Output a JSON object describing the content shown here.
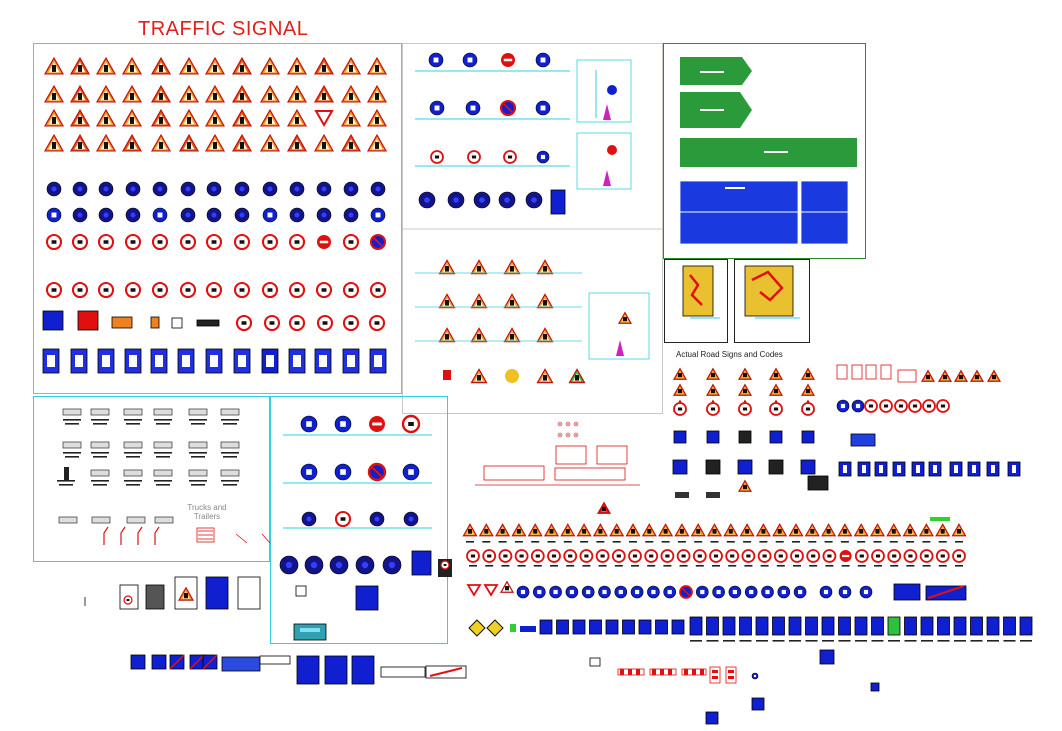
{
  "header": {
    "title": "TRAFFIC SIGNAL"
  },
  "captions": {
    "actual_road": "Actual Road Signs and Codes",
    "trucks": "Trucks and\nTrailers"
  },
  "colors": {
    "title_red": "#e0201a",
    "frame_orange": "#f0a020",
    "frame_cyan": "#30d0e0",
    "frame_green": "#2a8a2a",
    "sign_blue": "#1020d0",
    "sign_red": "#e01010",
    "guide_green": "#2a9a3a",
    "warn_yellow": "#f0d020"
  },
  "icons": [
    "warning-triangle-icon",
    "prohibition-circle-icon",
    "mandatory-circle-icon",
    "direction-arrow-icon",
    "parking-sign-icon",
    "truck-icon"
  ]
}
